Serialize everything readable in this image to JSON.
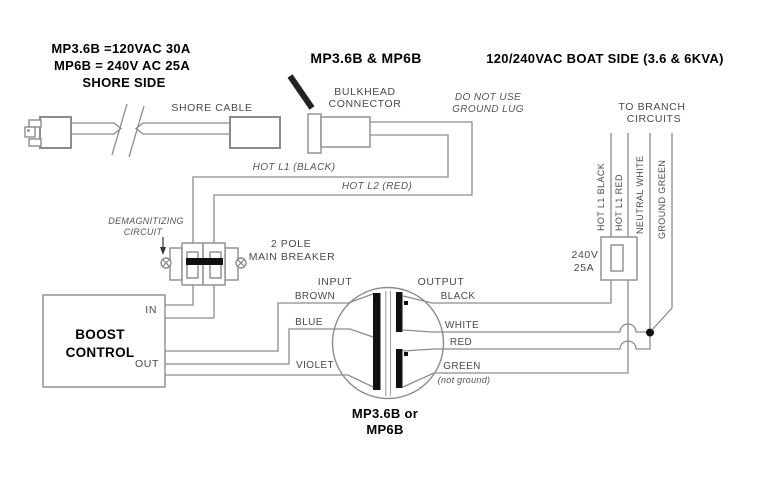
{
  "title_block": {
    "shore_line1": "MP3.6B =120VAC 30A",
    "shore_line2": "MP6B = 240V AC 25A",
    "shore_line3": "SHORE SIDE",
    "models": "MP3.6B & MP6B",
    "boat_side": "120/240VAC  BOAT SIDE   (3.6 & 6KVA)"
  },
  "shore_section": {
    "shore_cable": "SHORE CABLE",
    "bulkhead_line1": "BULKHEAD",
    "bulkhead_line2": "CONNECTOR",
    "ground_lug_line1": "DO NOT USE",
    "ground_lug_line2": "GROUND LUG",
    "hot_l1": "HOT L1  (BLACK)",
    "hot_l2": "HOT L2  (RED)"
  },
  "breaker_section": {
    "demag_line1": "DEMAGNITIZING",
    "demag_line2": "CIRCUIT",
    "breaker_line1": "2 POLE",
    "breaker_line2": "MAIN BREAKER"
  },
  "boost_control": {
    "in_label": "IN",
    "name_line1": "BOOST",
    "name_line2": "CONTROL",
    "out_label": "OUT"
  },
  "transformer": {
    "input_label": "INPUT",
    "output_label": "OUTPUT",
    "input_wires": [
      "BROWN",
      "BLUE",
      "VIOLET"
    ],
    "output_wires": [
      "BLACK",
      "WHITE",
      "RED",
      "GREEN"
    ],
    "green_note": "(not ground)",
    "name_line1": "MP3.6B or",
    "name_line2": "MP6B"
  },
  "boat_section": {
    "branch_line1": "TO BRANCH",
    "branch_line2": "CIRCUITS",
    "branch_wires": [
      "HOT L1 BLACK",
      "HOT L1 RED",
      "NEUTRAL WHITE",
      "GROUND GREEN"
    ],
    "output_breaker_line1": "240V",
    "output_breaker_line2": "25A"
  },
  "colors": {
    "wire": "#8c8c8c",
    "solid": "#111111",
    "text": "#3d3d3d"
  }
}
